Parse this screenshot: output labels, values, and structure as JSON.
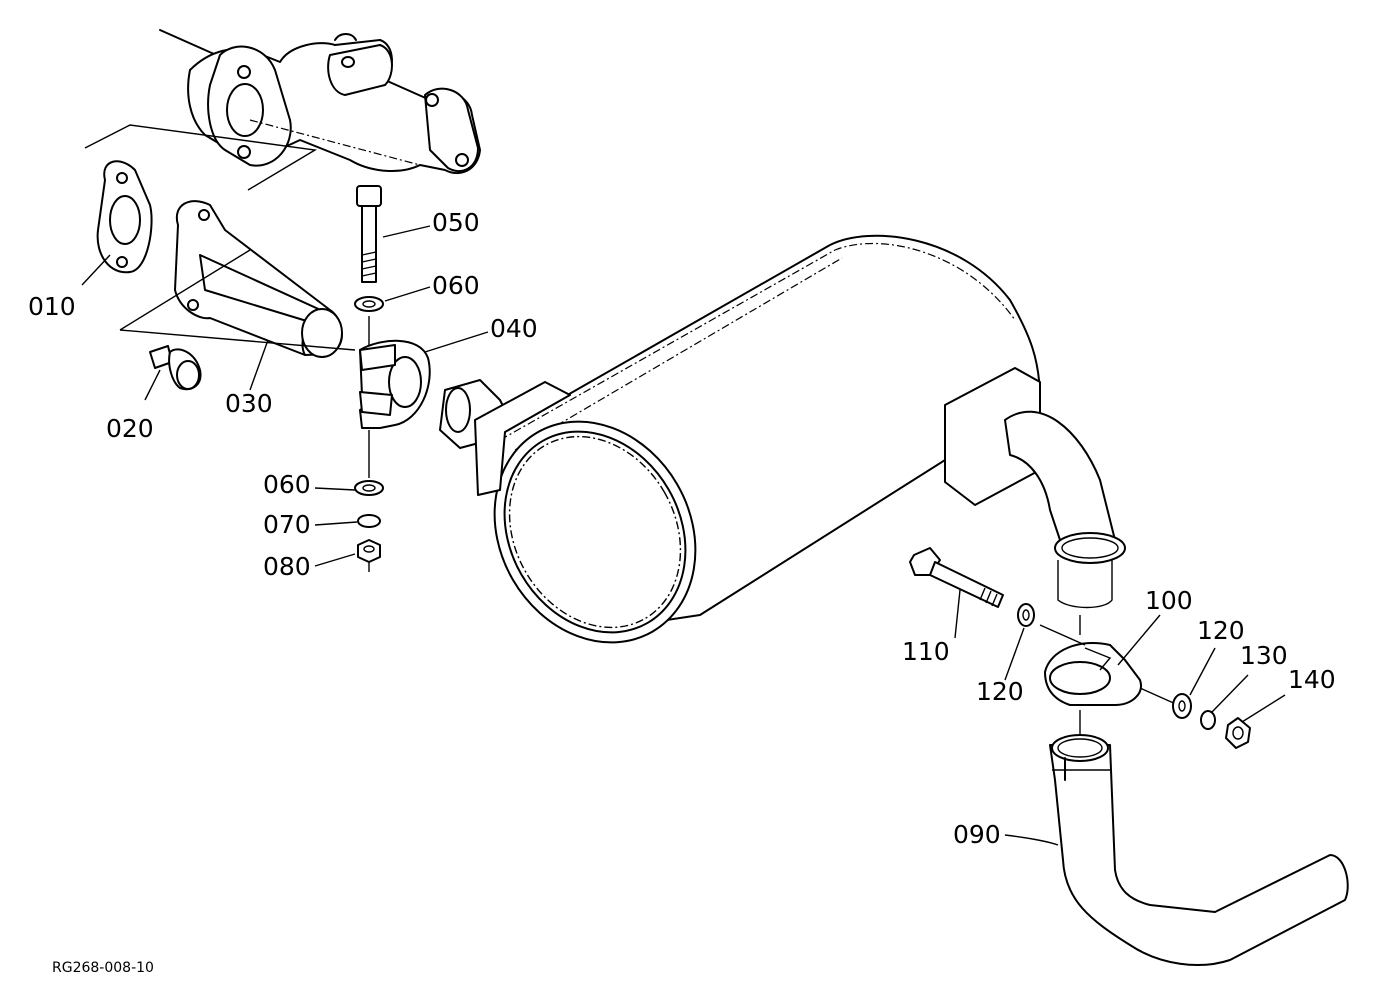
{
  "figure_code": "RG268-008-10",
  "callouts": {
    "p010": "010",
    "p020": "020",
    "p030": "030",
    "p040": "040",
    "p050": "050",
    "p060a": "060",
    "p060b": "060",
    "p070": "070",
    "p080": "080",
    "p090": "090",
    "p100": "100",
    "p110": "110",
    "p120a": "120",
    "p120b": "120",
    "p130": "130",
    "p140": "140"
  },
  "colors": {
    "line": "#000000",
    "background": "#ffffff"
  }
}
